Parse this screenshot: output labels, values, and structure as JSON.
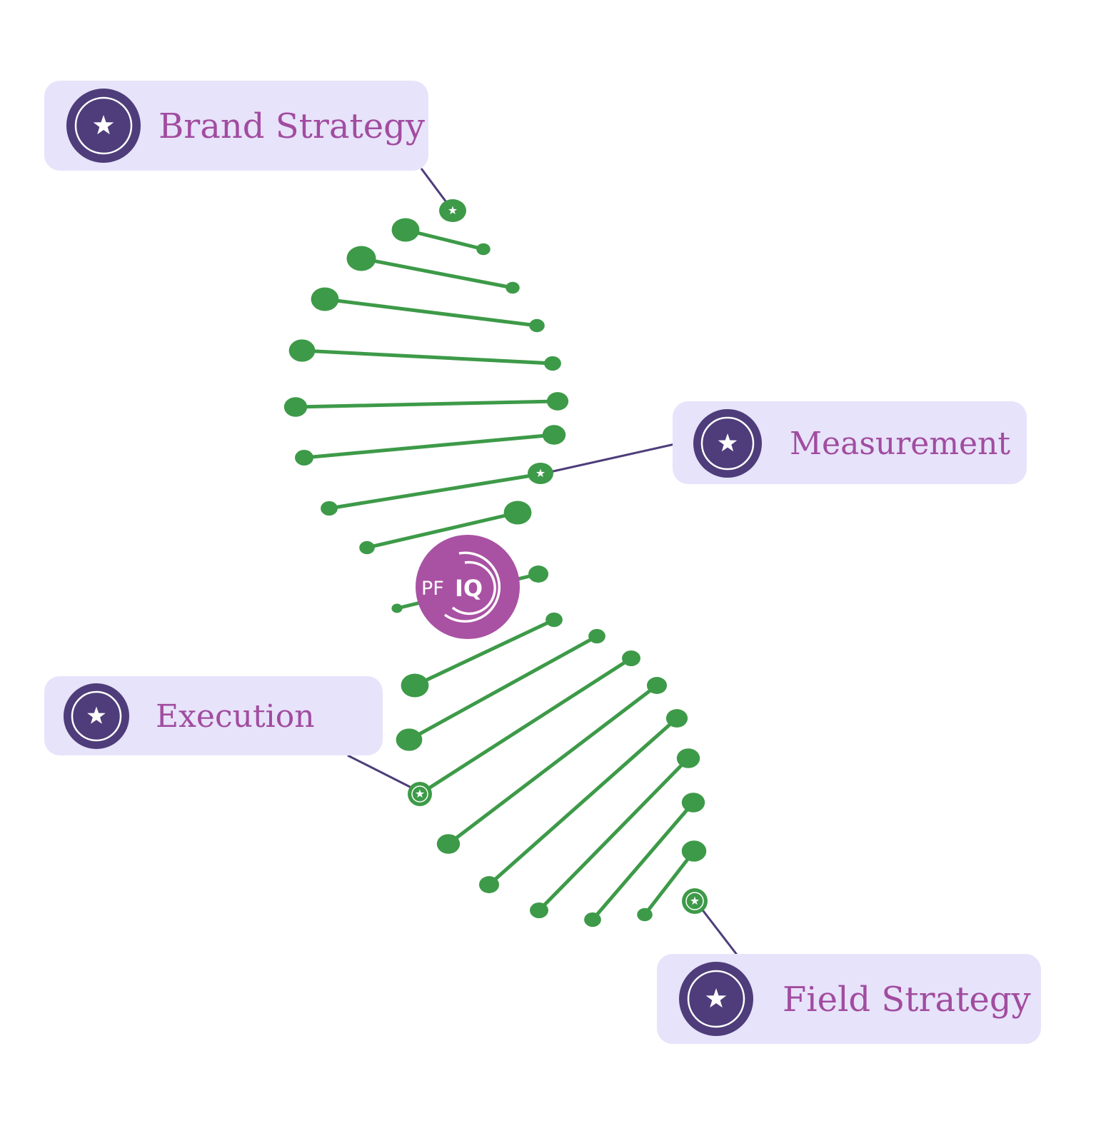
{
  "labels": {
    "brand_strategy": "Brand Strategy",
    "measurement": "Measurement",
    "execution": "Execution",
    "field_strategy": "Field Strategy"
  },
  "logo": {
    "prefix": "PF",
    "suffix": "IQ"
  },
  "colors": {
    "card_bg": "#e7e3fa",
    "badge": "#4e3d7a",
    "label_text": "#a14ca0",
    "helix": "#3d9a48",
    "connector": "#4e3d7a",
    "logo_bg": "#a952a3"
  },
  "icons": {
    "badge": "star-icon",
    "node": "star-icon",
    "logo": "pfiq-logo"
  }
}
